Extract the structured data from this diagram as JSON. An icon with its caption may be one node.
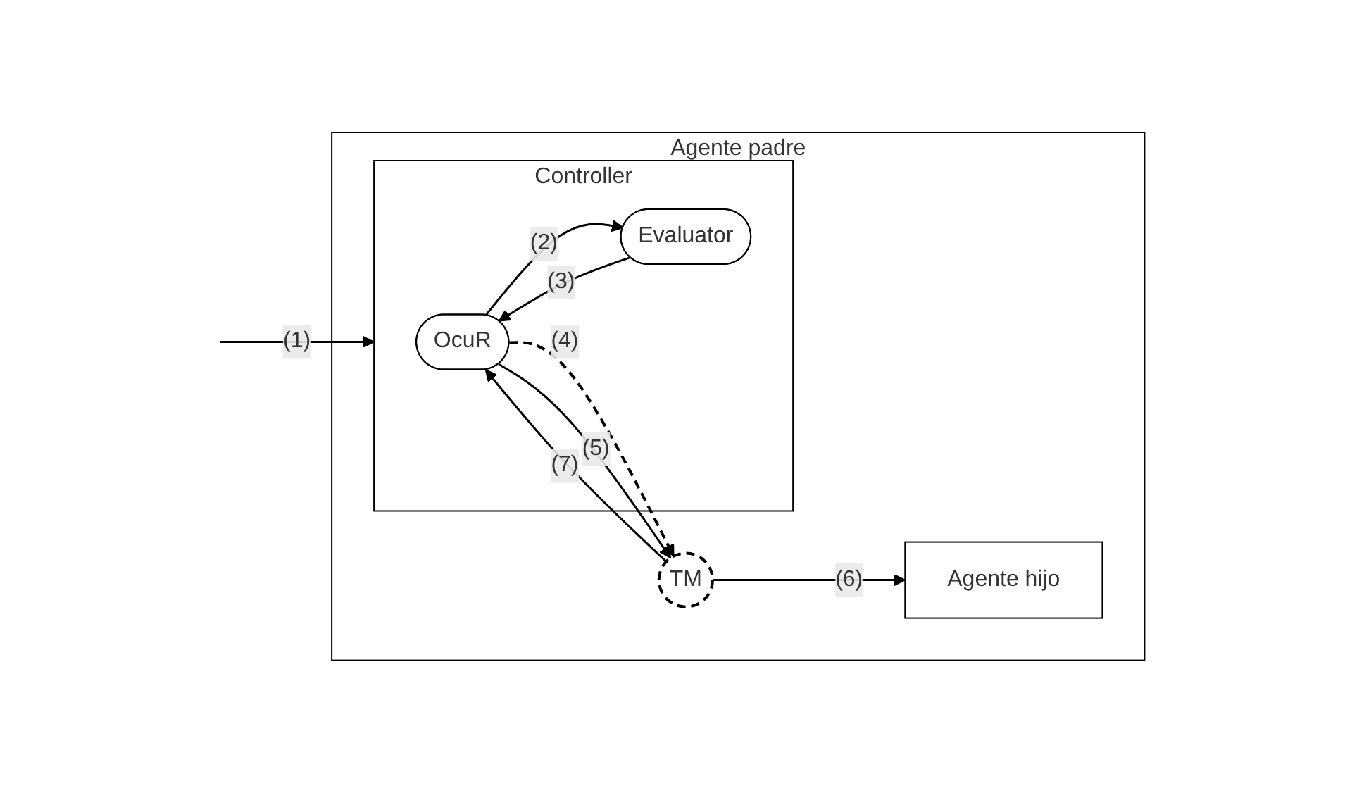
{
  "diagram": {
    "nodes": [
      {
        "text": [
          "Agente padre"
        ]
      },
      {
        "text": [
          "Controller"
        ],
        "in": 0
      },
      {
        "text": [
          "OcuR"
        ],
        "in": 1
      },
      {
        "text": [
          "Evaluator"
        ],
        "in": 1
      },
      {
        "text": [
          "TM"
        ],
        "in": 0
      },
      {
        "text": [
          "Agente hijo"
        ],
        "in": 0
      }
    ],
    "edges": [
      {
        "from": null,
        "to": 1,
        "arrow": "to",
        "label": "(1)"
      },
      {
        "from": 2,
        "to": 4,
        "arrow": "to",
        "label": "(4)",
        "style": "dashed"
      },
      {
        "from": 2,
        "to": 4,
        "arrow": "to",
        "label": "(5)"
      },
      {
        "from": 3,
        "to": 2,
        "arrow": "to",
        "label": "(3)"
      },
      {
        "from": 2,
        "to": 3,
        "arrow": "to",
        "label": "(2)"
      },
      {
        "from": 4,
        "to": 2,
        "arrow": "to",
        "label": "(7)"
      },
      {
        "from": 4,
        "to": 5,
        "arrow": "to",
        "label": "(6)"
      }
    ]
  }
}
